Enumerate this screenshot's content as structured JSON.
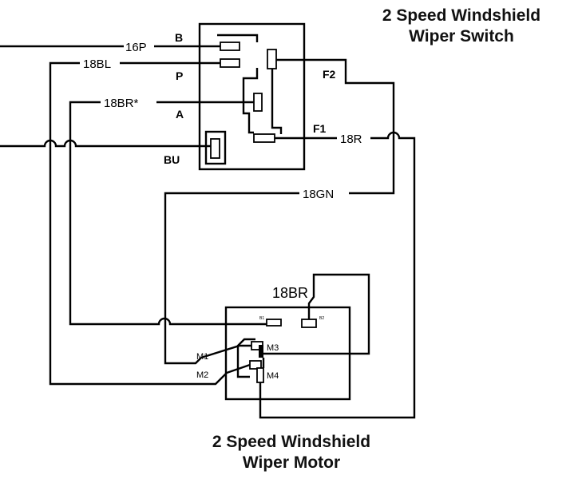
{
  "switch": {
    "title_line1": "2 Speed Windshield",
    "title_line2": "Wiper Switch",
    "pins": {
      "b": "B",
      "p": "P",
      "a": "A",
      "bu": "BU",
      "f1": "F1",
      "f2": "F2"
    }
  },
  "motor": {
    "title_line1": "2 Speed Windshield",
    "title_line2": "Wiper Motor",
    "pins": {
      "m1": "M1",
      "m2": "M2",
      "m3": "M3",
      "m4": "M4",
      "b1": "B1",
      "b2": "B2"
    }
  },
  "wires": {
    "w16p": "16P",
    "w18bl": "18BL",
    "w18brs": "18BR*",
    "w18r": "18R",
    "w18gn": "18GN",
    "w18br": "18BR"
  }
}
